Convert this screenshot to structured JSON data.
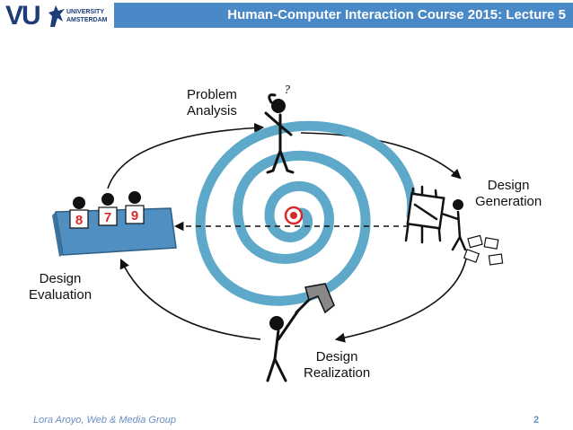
{
  "header": {
    "logo_text": "VU",
    "logo_university_line1": "UNIVERSITY",
    "logo_university_line2": "AMSTERDAM",
    "title": "Human-Computer Interaction Course 2015: Lecture 5"
  },
  "diagram": {
    "stages": {
      "problem_analysis": {
        "line1": "Problem",
        "line2": "Analysis"
      },
      "design_generation": {
        "line1": "Design",
        "line2": "Generation"
      },
      "design_evaluation": {
        "line1": "Design",
        "line2": "Evaluation"
      },
      "design_realization": {
        "line1": "Design",
        "line2": "Realization"
      }
    },
    "score_cards": [
      "8",
      "7",
      "9"
    ],
    "thinking_mark": "?"
  },
  "footer": {
    "author": "Lora Aroyo, Web & Media Group",
    "page_number": "2"
  },
  "colors": {
    "header_bar": "#4a89c8",
    "spiral": "#5ea9c9",
    "card_red": "#d62a2a",
    "footer_text": "#6a8ec2"
  }
}
